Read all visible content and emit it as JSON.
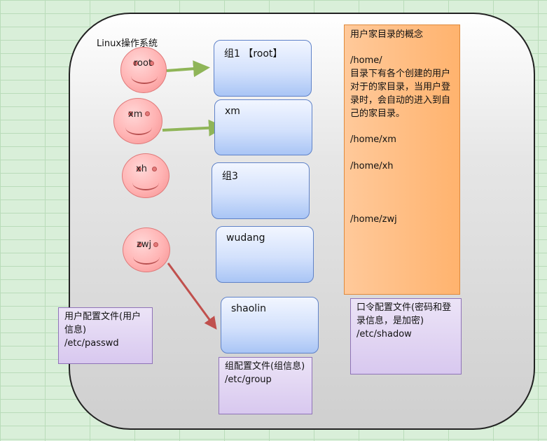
{
  "title": "Linux操作系统",
  "users": [
    {
      "label": "root"
    },
    {
      "label": "xm"
    },
    {
      "label": "xh"
    },
    {
      "label": "zwj"
    }
  ],
  "groups": [
    {
      "label": "组1 【root】"
    },
    {
      "label": "xm"
    },
    {
      "label": "组3"
    },
    {
      "label": "wudang"
    },
    {
      "label": "shaolin"
    }
  ],
  "concept": {
    "heading": "用户家目录的概念",
    "path_home": "/home/",
    "description": "目录下有各个创建的用户对于的家目录，当用户登录时，会自动的进入到自己的家目录。",
    "paths": [
      "/home/xm",
      "/home/xh",
      "/home/zwj"
    ]
  },
  "passwd_note": {
    "line1": "用户配置文件(用户信息)",
    "line2": "/etc/passwd"
  },
  "group_note": {
    "line1": "组配置文件(组信息)",
    "line2": "/etc/group"
  },
  "shadow_note": {
    "line1": "口令配置文件(密码和登录信息，是加密)",
    "line2": "/etc/shadow"
  },
  "colors": {
    "green_arrow": "#8fb558",
    "red_arrow": "#c0504d",
    "group_border": "#5f82c8",
    "concept_fill": "#ffb36e"
  }
}
